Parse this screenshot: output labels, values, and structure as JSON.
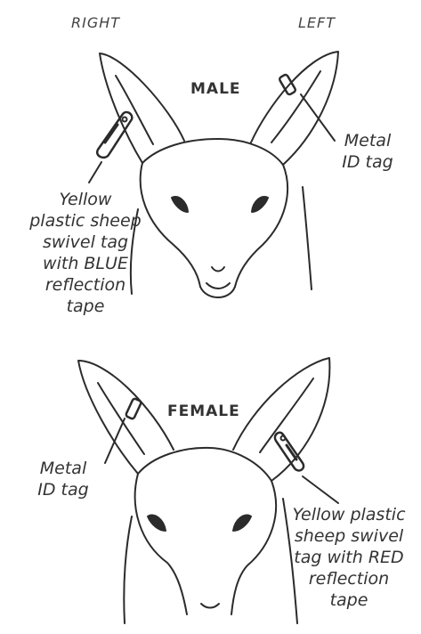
{
  "header": {
    "right_label": "RIGHT",
    "left_label": "LEFT"
  },
  "male": {
    "title": "MALE",
    "metal_tag_label": "Metal\nID tag",
    "plastic_tag_label": "Yellow\nplastic sheep\nswivel tag\nwith BLUE\nreflection\ntape"
  },
  "female": {
    "title": "FEMALE",
    "metal_tag_label": "Metal\nID tag",
    "plastic_tag_label": "Yellow plastic\nsheep swivel\ntag with RED\nreflection\ntape"
  },
  "colors": {
    "line": "#2b2b2b",
    "text": "#333333",
    "background": "#ffffff"
  }
}
